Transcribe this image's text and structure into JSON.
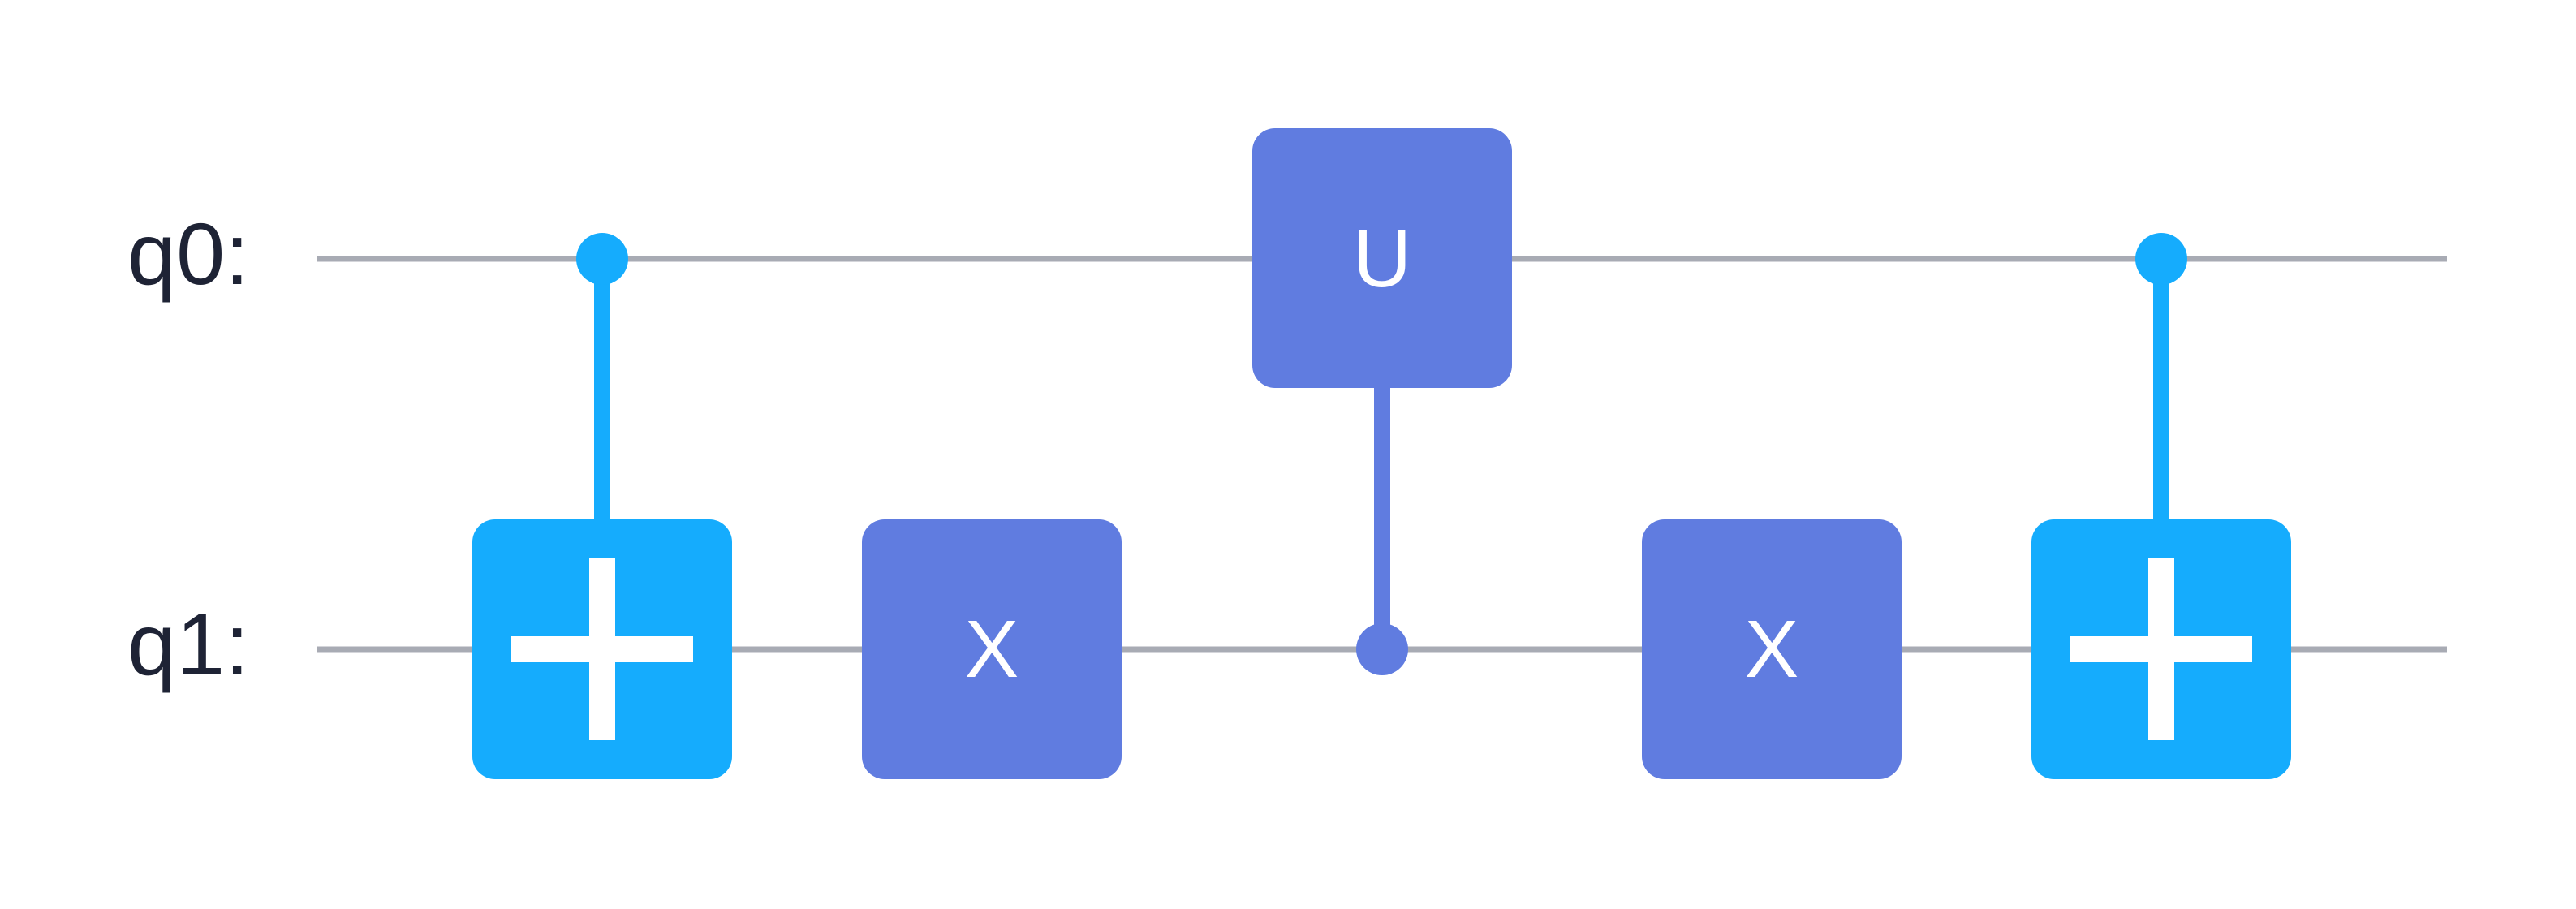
{
  "colors": {
    "wire": "#a8abb4",
    "cnot": "#15acfd",
    "gate": "#607ce0",
    "text": "#1e2335",
    "background": "#ffffff"
  },
  "qubits": [
    {
      "id": "q0",
      "label": "q0:"
    },
    {
      "id": "q1",
      "label": "q1:"
    }
  ],
  "gates": [
    {
      "type": "cnot",
      "control": "q0",
      "target": "q1",
      "label": "",
      "icon": "plus-icon"
    },
    {
      "type": "single",
      "qubit": "q1",
      "label": "X"
    },
    {
      "type": "controlled",
      "control": "q1",
      "target": "q0",
      "label": "U"
    },
    {
      "type": "single",
      "qubit": "q1",
      "label": "X"
    },
    {
      "type": "cnot",
      "control": "q0",
      "target": "q1",
      "label": "",
      "icon": "plus-icon"
    }
  ]
}
